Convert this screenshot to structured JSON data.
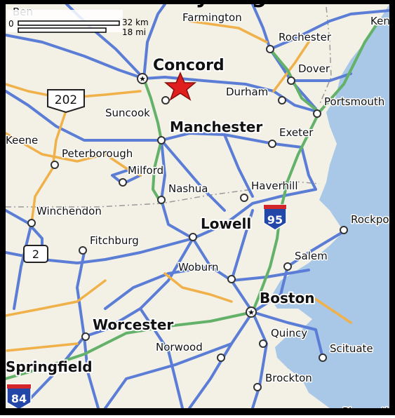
{
  "title_fragment": "City Maga",
  "scale": {
    "km": "32 km",
    "mi": "18 mi",
    "zero": "0"
  },
  "colors": {
    "land": "#f3f1e6",
    "water": "#a9c8e7",
    "minor_road": "#5b7dd6",
    "state_road": "#f0b04a",
    "interstate": "#64b26a",
    "border": "#000000",
    "star": "#e01e1e"
  },
  "cities": {
    "ben": "Ben",
    "farmington": "Farmington",
    "ken": "Ken",
    "rochester": "Rochester",
    "concord": "Concord",
    "dover": "Dover",
    "durham": "Durham",
    "portsmouth": "Portsmouth",
    "suncook": "Suncook",
    "manchester": "Manchester",
    "exeter": "Exeter",
    "keene": "Keene",
    "peterborough": "Peterborough",
    "milford": "Milford",
    "nashua": "Nashua",
    "haverhill": "Haverhill",
    "winchendon": "Winchendon",
    "lowell": "Lowell",
    "rockport": "Rockport",
    "fitchburg": "Fitchburg",
    "salem": "Salem",
    "woburn": "Woburn",
    "boston": "Boston",
    "worcester": "Worcester",
    "quincy": "Quincy",
    "scituate": "Scituate",
    "norwood": "Norwood",
    "brockton": "Brockton",
    "springfield": "Springfield",
    "plymouth": "Plymouth"
  },
  "shields": {
    "us202": "202",
    "i95": "95",
    "rt2": "2",
    "i84": "84"
  },
  "marker": "star-marker"
}
